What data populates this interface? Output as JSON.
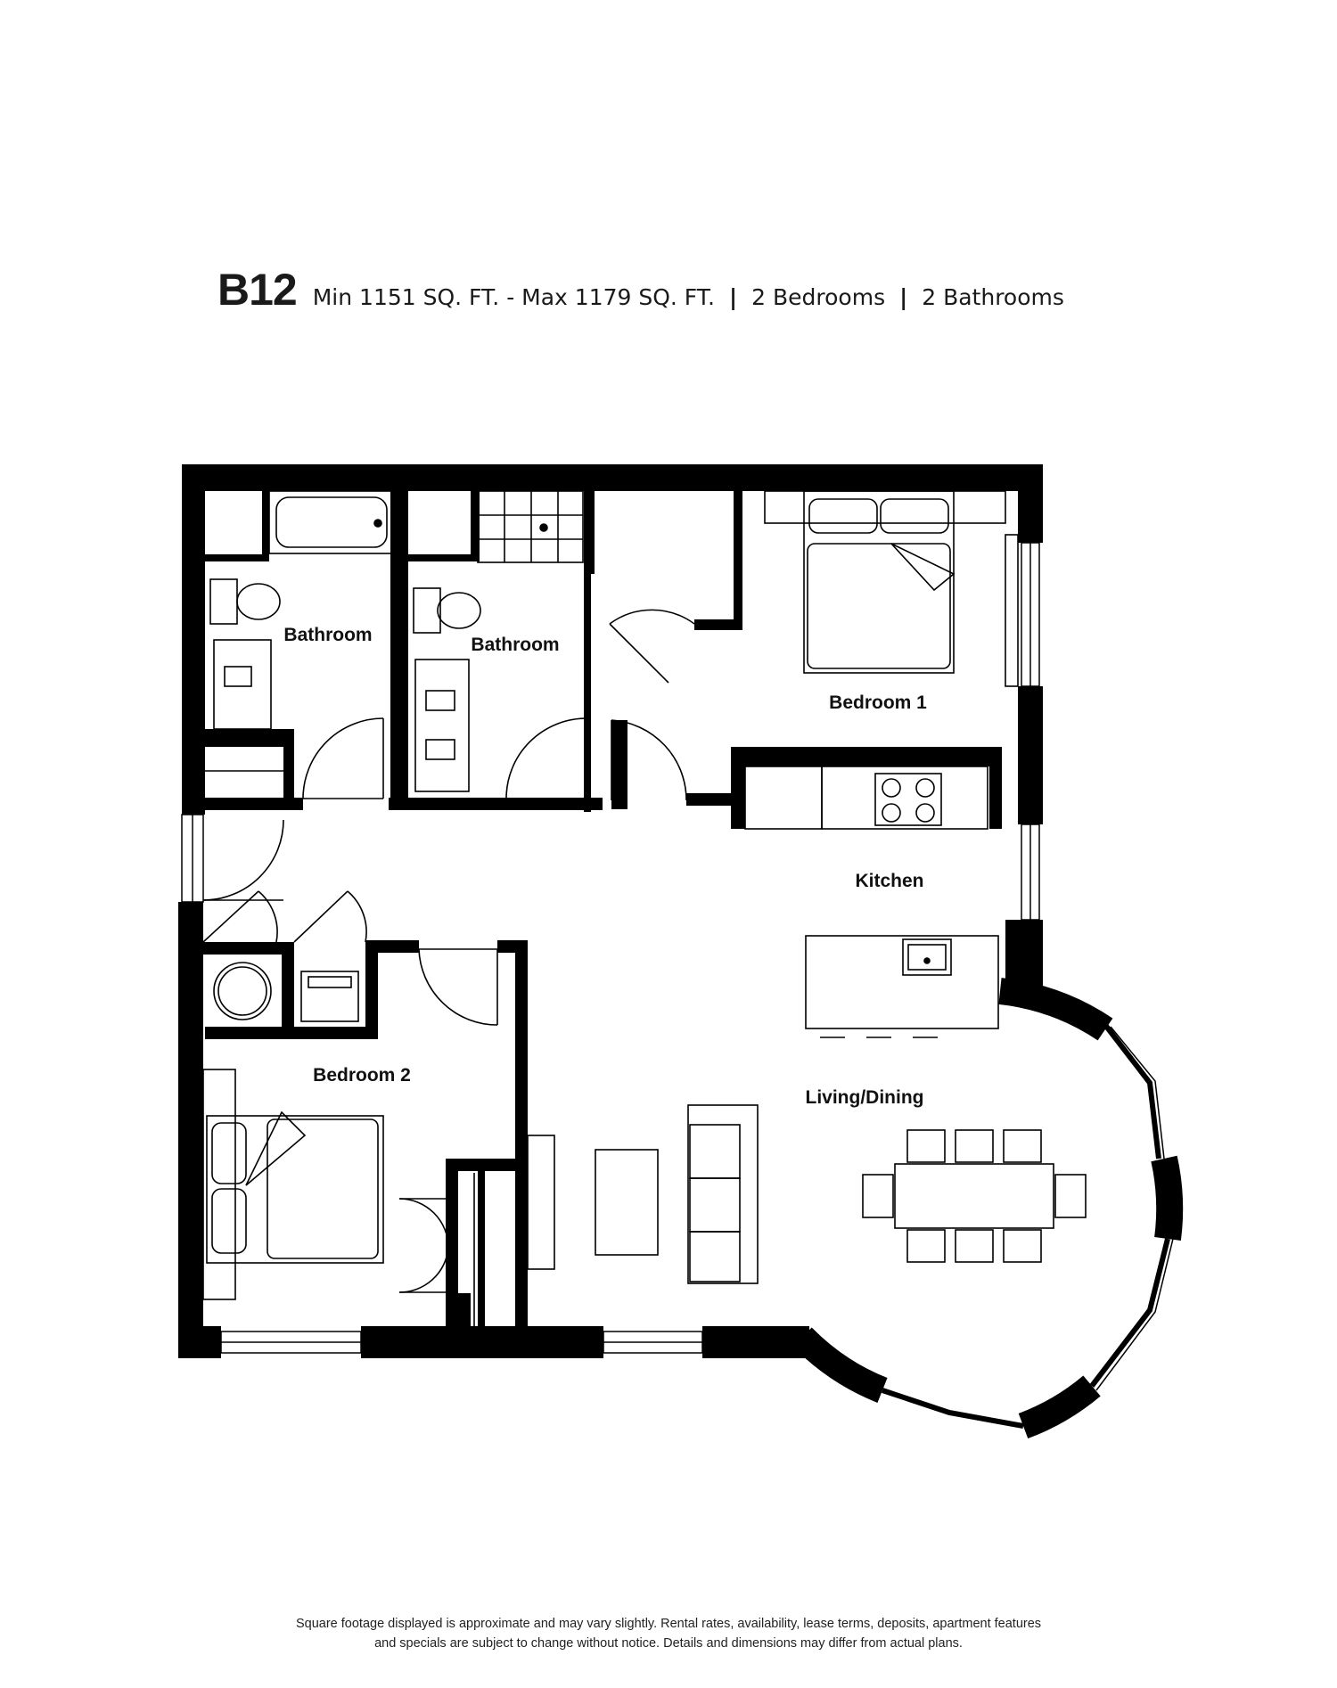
{
  "header": {
    "unit_name": "B12",
    "area": "Min 1151 SQ. FT. - Max 1179 SQ. FT.",
    "separator": "|",
    "bedrooms": "2 Bedrooms",
    "bathrooms": "2 Bathrooms"
  },
  "rooms": {
    "bathroom_left": "Bathroom",
    "bathroom_right": "Bathroom",
    "bedroom_1": "Bedroom 1",
    "kitchen": "Kitchen",
    "bedroom_2": "Bedroom 2",
    "living_dining": "Living/Dining"
  },
  "disclaimer": {
    "line1": "Square footage displayed is approximate and may vary slightly. Rental rates, availability, lease terms, deposits, apartment features",
    "line2": "and specials are subject to change without notice. Details and dimensions may differ from actual plans."
  }
}
